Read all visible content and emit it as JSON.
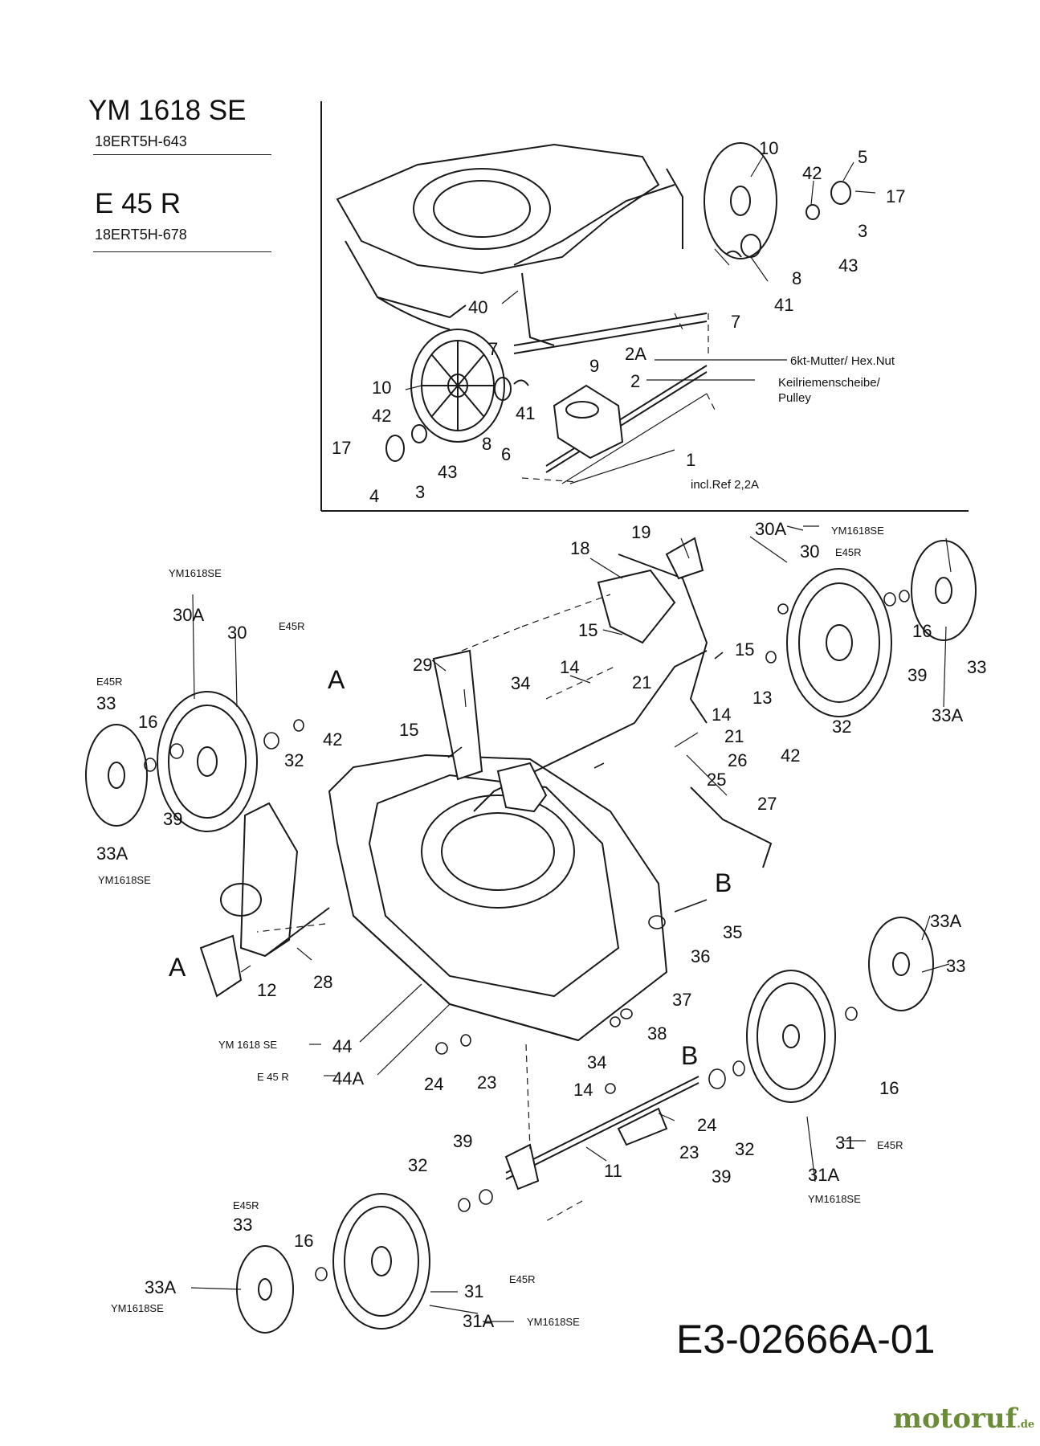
{
  "header": {
    "models": [
      {
        "name": "YM 1618 SE",
        "code": "18ERT5H-643"
      },
      {
        "name": "E 45 R",
        "code": "18ERT5H-678"
      }
    ]
  },
  "document_number": "E3-02666A-01",
  "watermark": {
    "text": "motoruf",
    "suffix": ".de"
  },
  "legend_texts": {
    "hex_nut": "6kt-Mutter/ Hex.Nut",
    "pulley_de": "Keilriemenscheibe/",
    "pulley_en": "Pulley",
    "incl_ref": "incl.Ref 2,2A"
  },
  "callouts": [
    {
      "id": "c10a",
      "text": "10"
    },
    {
      "id": "c42a",
      "text": "42"
    },
    {
      "id": "c5a",
      "text": "5"
    },
    {
      "id": "c17a",
      "text": "17"
    },
    {
      "id": "c3a",
      "text": "3"
    },
    {
      "id": "c43a",
      "text": "43"
    },
    {
      "id": "c8a",
      "text": "8"
    },
    {
      "id": "c41a",
      "text": "41"
    },
    {
      "id": "c7a",
      "text": "7"
    },
    {
      "id": "c40",
      "text": "40"
    },
    {
      "id": "c7b",
      "text": "7"
    },
    {
      "id": "c9",
      "text": "9"
    },
    {
      "id": "c2A",
      "text": "2A"
    },
    {
      "id": "c2",
      "text": "2"
    },
    {
      "id": "c10b",
      "text": "10"
    },
    {
      "id": "c42b",
      "text": "42"
    },
    {
      "id": "c41b",
      "text": "41"
    },
    {
      "id": "c8b",
      "text": "8"
    },
    {
      "id": "c6",
      "text": "6"
    },
    {
      "id": "c1",
      "text": "1"
    },
    {
      "id": "c17b",
      "text": "17"
    },
    {
      "id": "c43b",
      "text": "43"
    },
    {
      "id": "c4",
      "text": "4"
    },
    {
      "id": "c3b",
      "text": "3"
    },
    {
      "id": "c19",
      "text": "19"
    },
    {
      "id": "c18",
      "text": "18"
    },
    {
      "id": "c15a",
      "text": "15"
    },
    {
      "id": "c15b",
      "text": "15"
    },
    {
      "id": "c29",
      "text": "29"
    },
    {
      "id": "c14a",
      "text": "14"
    },
    {
      "id": "c21a",
      "text": "21"
    },
    {
      "id": "c13",
      "text": "13"
    },
    {
      "id": "c34a",
      "text": "34"
    },
    {
      "id": "c14b",
      "text": "14"
    },
    {
      "id": "c21b",
      "text": "21"
    },
    {
      "id": "c15c",
      "text": "15"
    },
    {
      "id": "c26",
      "text": "26"
    },
    {
      "id": "c25",
      "text": "25"
    },
    {
      "id": "c27",
      "text": "27"
    },
    {
      "id": "c30Ar",
      "text": "30A"
    },
    {
      "id": "c30r",
      "text": "30"
    },
    {
      "id": "c16r",
      "text": "16"
    },
    {
      "id": "c33r",
      "text": "33"
    },
    {
      "id": "c39r",
      "text": "39"
    },
    {
      "id": "c32r",
      "text": "32"
    },
    {
      "id": "c42r",
      "text": "42"
    },
    {
      "id": "c33Ar",
      "text": "33A"
    },
    {
      "id": "c30Al",
      "text": "30A"
    },
    {
      "id": "c30l",
      "text": "30"
    },
    {
      "id": "c33l",
      "text": "33"
    },
    {
      "id": "c16l",
      "text": "16"
    },
    {
      "id": "c32l",
      "text": "32"
    },
    {
      "id": "c42l",
      "text": "42"
    },
    {
      "id": "c39l",
      "text": "39"
    },
    {
      "id": "c33Al",
      "text": "33A"
    },
    {
      "id": "c12",
      "text": "12"
    },
    {
      "id": "c28",
      "text": "28"
    },
    {
      "id": "c35",
      "text": "35"
    },
    {
      "id": "c36",
      "text": "36"
    },
    {
      "id": "c33Abr",
      "text": "33A"
    },
    {
      "id": "c33br",
      "text": "33"
    },
    {
      "id": "c37",
      "text": "37"
    },
    {
      "id": "c38",
      "text": "38"
    },
    {
      "id": "c44",
      "text": "44"
    },
    {
      "id": "c44A",
      "text": "44A"
    },
    {
      "id": "c24a",
      "text": "24"
    },
    {
      "id": "c23a",
      "text": "23"
    },
    {
      "id": "c34b",
      "text": "34"
    },
    {
      "id": "c14c",
      "text": "14"
    },
    {
      "id": "c24b",
      "text": "24"
    },
    {
      "id": "c23b",
      "text": "23"
    },
    {
      "id": "c16br",
      "text": "16"
    },
    {
      "id": "c32br",
      "text": "32"
    },
    {
      "id": "c39br",
      "text": "39"
    },
    {
      "id": "c31br",
      "text": "31"
    },
    {
      "id": "c31Abr",
      "text": "31A"
    },
    {
      "id": "c11",
      "text": "11"
    },
    {
      "id": "c39bl",
      "text": "39"
    },
    {
      "id": "c32bl",
      "text": "32"
    },
    {
      "id": "c33bl",
      "text": "33"
    },
    {
      "id": "c16bl",
      "text": "16"
    },
    {
      "id": "c33Abl",
      "text": "33A"
    },
    {
      "id": "c31bl",
      "text": "31"
    },
    {
      "id": "c31Abl",
      "text": "31A"
    }
  ],
  "section_letters": [
    {
      "id": "A1",
      "text": "A"
    },
    {
      "id": "A2",
      "text": "A"
    },
    {
      "id": "B1",
      "text": "B"
    },
    {
      "id": "B2",
      "text": "B"
    }
  ],
  "variant_tags": [
    {
      "id": "v1",
      "text": "YM1618SE"
    },
    {
      "id": "v2",
      "text": "E45R"
    },
    {
      "id": "v3",
      "text": "YM1618SE"
    },
    {
      "id": "v4",
      "text": "E45R"
    },
    {
      "id": "v5",
      "text": "E45R"
    },
    {
      "id": "v6",
      "text": "YM1618SE"
    },
    {
      "id": "v7",
      "text": "YM 1618 SE"
    },
    {
      "id": "v8",
      "text": "E 45 R"
    },
    {
      "id": "v9",
      "text": "E45R"
    },
    {
      "id": "v10",
      "text": "YM1618SE"
    },
    {
      "id": "v11",
      "text": "E45R"
    },
    {
      "id": "v12",
      "text": "YM1618SE"
    },
    {
      "id": "v13",
      "text": "E45R"
    },
    {
      "id": "v14",
      "text": "YM1618SE"
    }
  ]
}
